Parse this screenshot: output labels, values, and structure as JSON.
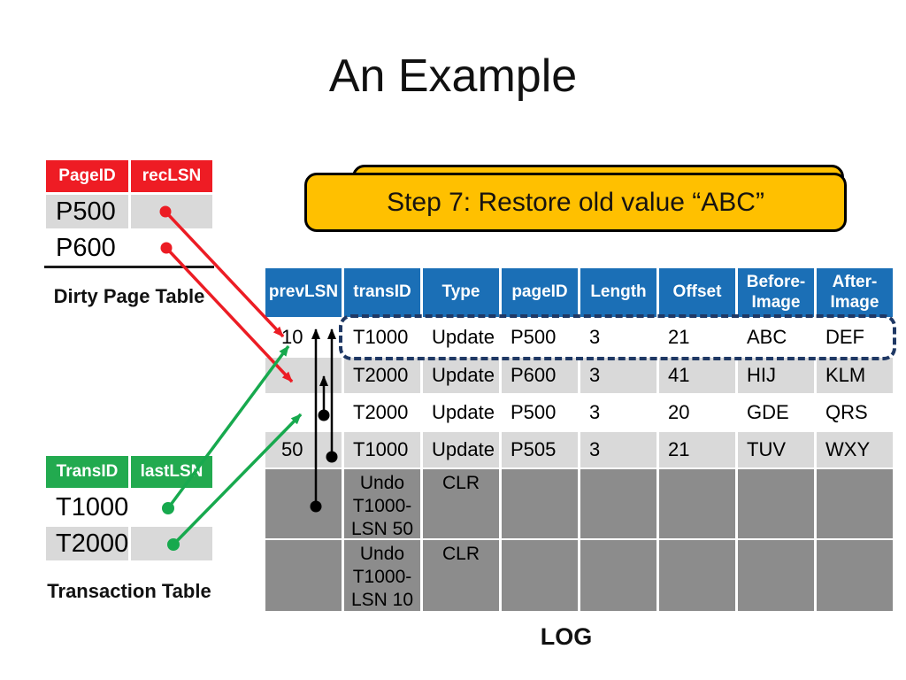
{
  "slide": {
    "title": "An Example"
  },
  "callout": {
    "text": "Step 7: Restore old value “ABC”"
  },
  "dirty_page_table": {
    "label": "Dirty Page Table",
    "header": {
      "col1": "PageID",
      "col2": "recLSN"
    },
    "rows": [
      {
        "page_id": "P500"
      },
      {
        "page_id": "P600"
      }
    ]
  },
  "transaction_table": {
    "label": "Transaction Table",
    "header": {
      "col1": "TransID",
      "col2": "lastLSN"
    },
    "rows": [
      {
        "trans_id": "T1000"
      },
      {
        "trans_id": "T2000"
      }
    ]
  },
  "log_table": {
    "label": "LOG",
    "headers": [
      "prevLSN",
      "transID",
      "Type",
      "pageID",
      "Length",
      "Offset",
      "Before-\nImage",
      "After-\nImage"
    ],
    "rows": [
      {
        "variant": "white",
        "highlighted": true,
        "cells": [
          "10",
          "T1000",
          "Update",
          "P500",
          "3",
          "21",
          "ABC",
          "DEF"
        ]
      },
      {
        "variant": "gray",
        "cells": [
          "",
          "T2000",
          "Update",
          "P600",
          "3",
          "41",
          "HIJ",
          "KLM"
        ]
      },
      {
        "variant": "white",
        "cells": [
          "",
          "T2000",
          "Update",
          "P500",
          "3",
          "20",
          "GDE",
          "QRS"
        ]
      },
      {
        "variant": "gray",
        "cells": [
          "50",
          "T1000",
          "Update",
          "P505",
          "3",
          "21",
          "TUV",
          "WXY"
        ]
      },
      {
        "variant": "dark",
        "cells": [
          "",
          "Undo\nT1000-\nLSN 50",
          "CLR",
          "",
          "",
          "",
          "",
          ""
        ]
      },
      {
        "variant": "dark",
        "cells": [
          "",
          "Undo\nT1000-\nLSN 10",
          "CLR",
          "",
          "",
          "",
          "",
          ""
        ]
      }
    ]
  },
  "colors": {
    "header_red": "#EE1C24",
    "header_green": "#22AA4F",
    "header_blue": "#1B6FB6",
    "row_gray": "#D9D9D9",
    "row_dark": "#8C8C8C",
    "callout_fill": "#FFC000",
    "callout_border": "#000000",
    "dashed_border": "#1F3864",
    "arrow_red": "#EC1C24",
    "arrow_green": "#17A94E",
    "arrow_black": "#000000"
  }
}
